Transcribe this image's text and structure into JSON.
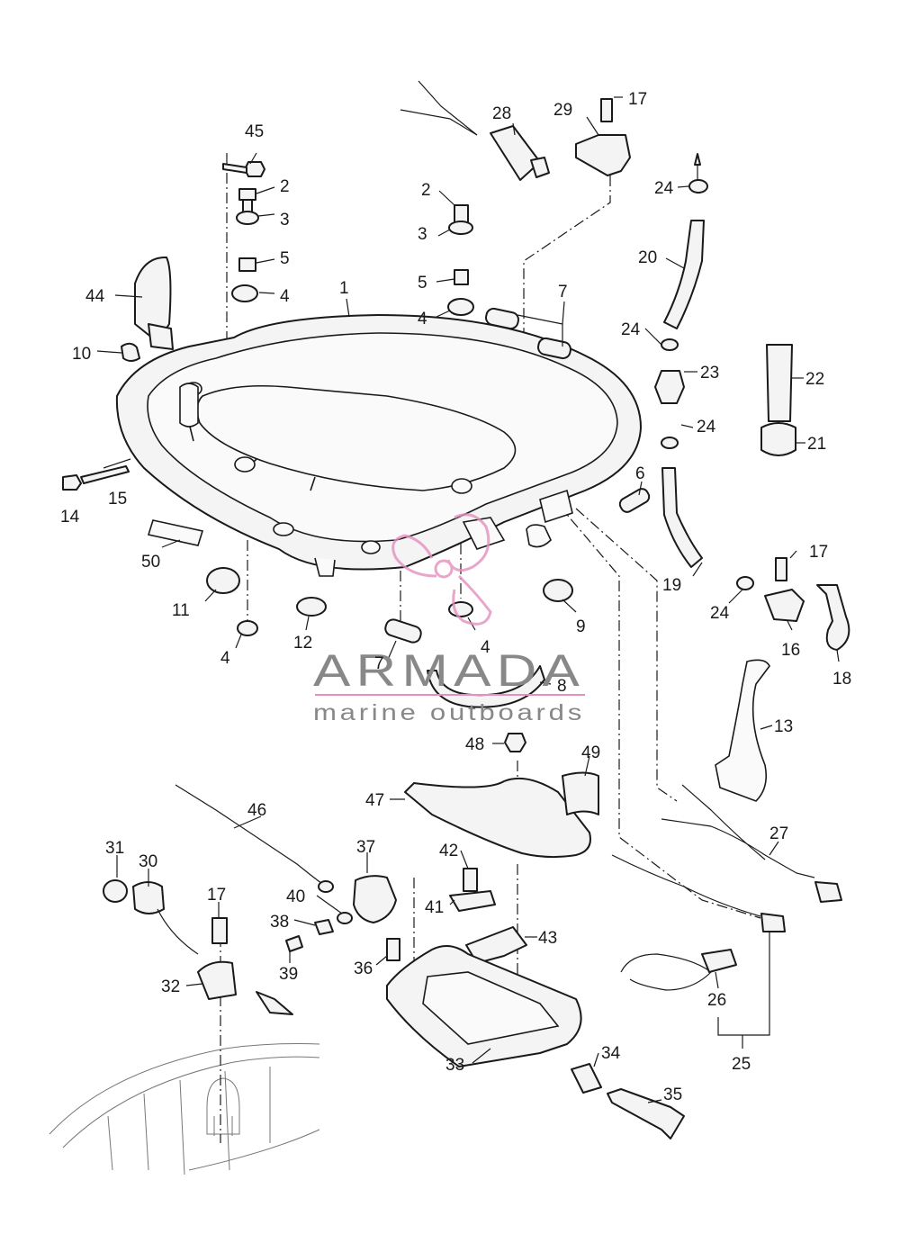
{
  "watermark": {
    "brand": "ARMADA",
    "tagline": "marine outboards",
    "colors": {
      "text": "#888888",
      "accent": "#e58fbf"
    }
  },
  "callouts": [
    {
      "num": "45"
    },
    {
      "num": "2"
    },
    {
      "num": "3"
    },
    {
      "num": "5"
    },
    {
      "num": "4"
    },
    {
      "num": "44"
    },
    {
      "num": "10"
    },
    {
      "num": "1"
    },
    {
      "num": "14"
    },
    {
      "num": "15"
    },
    {
      "num": "50"
    },
    {
      "num": "11"
    },
    {
      "num": "4"
    },
    {
      "num": "12"
    },
    {
      "num": "28"
    },
    {
      "num": "29"
    },
    {
      "num": "17"
    },
    {
      "num": "2"
    },
    {
      "num": "3"
    },
    {
      "num": "5"
    },
    {
      "num": "4"
    },
    {
      "num": "7"
    },
    {
      "num": "6"
    },
    {
      "num": "9"
    },
    {
      "num": "4"
    },
    {
      "num": "7"
    },
    {
      "num": "8"
    },
    {
      "num": "24"
    },
    {
      "num": "20"
    },
    {
      "num": "24"
    },
    {
      "num": "23"
    },
    {
      "num": "24"
    },
    {
      "num": "22"
    },
    {
      "num": "21"
    },
    {
      "num": "19"
    },
    {
      "num": "24"
    },
    {
      "num": "17"
    },
    {
      "num": "16"
    },
    {
      "num": "18"
    },
    {
      "num": "13"
    },
    {
      "num": "48"
    },
    {
      "num": "49"
    },
    {
      "num": "47"
    },
    {
      "num": "46"
    },
    {
      "num": "37"
    },
    {
      "num": "42"
    },
    {
      "num": "41"
    },
    {
      "num": "40"
    },
    {
      "num": "38"
    },
    {
      "num": "39"
    },
    {
      "num": "36"
    },
    {
      "num": "43"
    },
    {
      "num": "33"
    },
    {
      "num": "34"
    },
    {
      "num": "35"
    },
    {
      "num": "31"
    },
    {
      "num": "30"
    },
    {
      "num": "17"
    },
    {
      "num": "32"
    },
    {
      "num": "27"
    },
    {
      "num": "26"
    },
    {
      "num": "25"
    }
  ]
}
